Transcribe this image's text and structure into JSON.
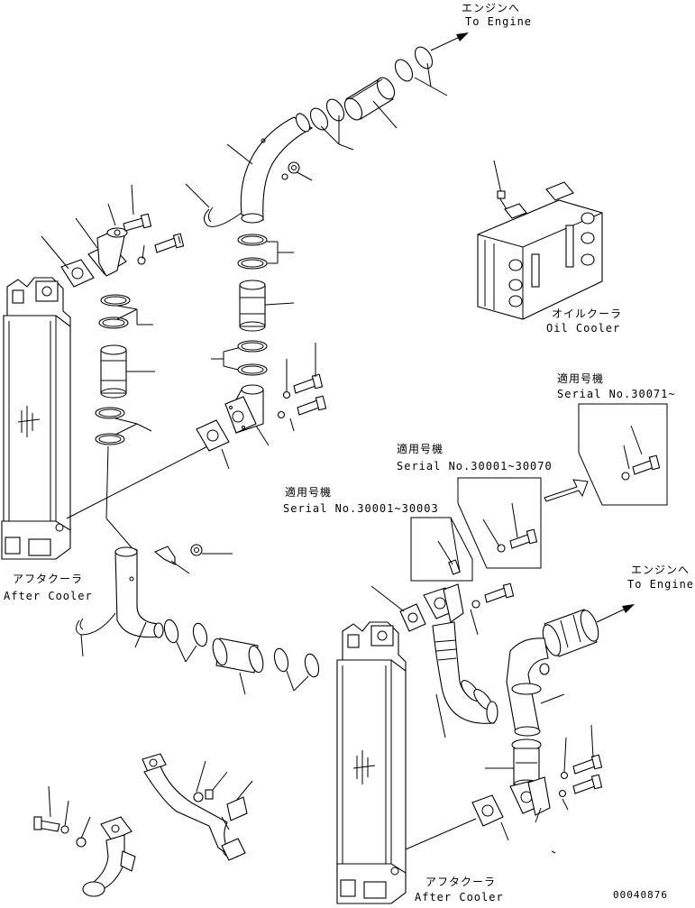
{
  "labels": {
    "top_engine_jp": "エンジンへ",
    "top_engine_en": "To Engine",
    "oil_cooler_jp": "オイルクーラ",
    "oil_cooler_en": "Oil Cooler",
    "serial_right_jp": "適用号機",
    "serial_right_en": "Serial No.30071~",
    "serial_mid_jp": "適用号機",
    "serial_mid_en": "Serial No.30001~30070",
    "serial_left_jp": "適用号機",
    "serial_left_en": "Serial No.30001~30003",
    "after_cooler_left_jp": "アフタクーラ",
    "after_cooler_left_en": "After Cooler",
    "right_engine_jp": "エンジンへ",
    "right_engine_en": "To Engine",
    "after_cooler_right_jp": "アフタクーラ",
    "after_cooler_right_en": "After Cooler",
    "drawing_number": "00040876"
  }
}
